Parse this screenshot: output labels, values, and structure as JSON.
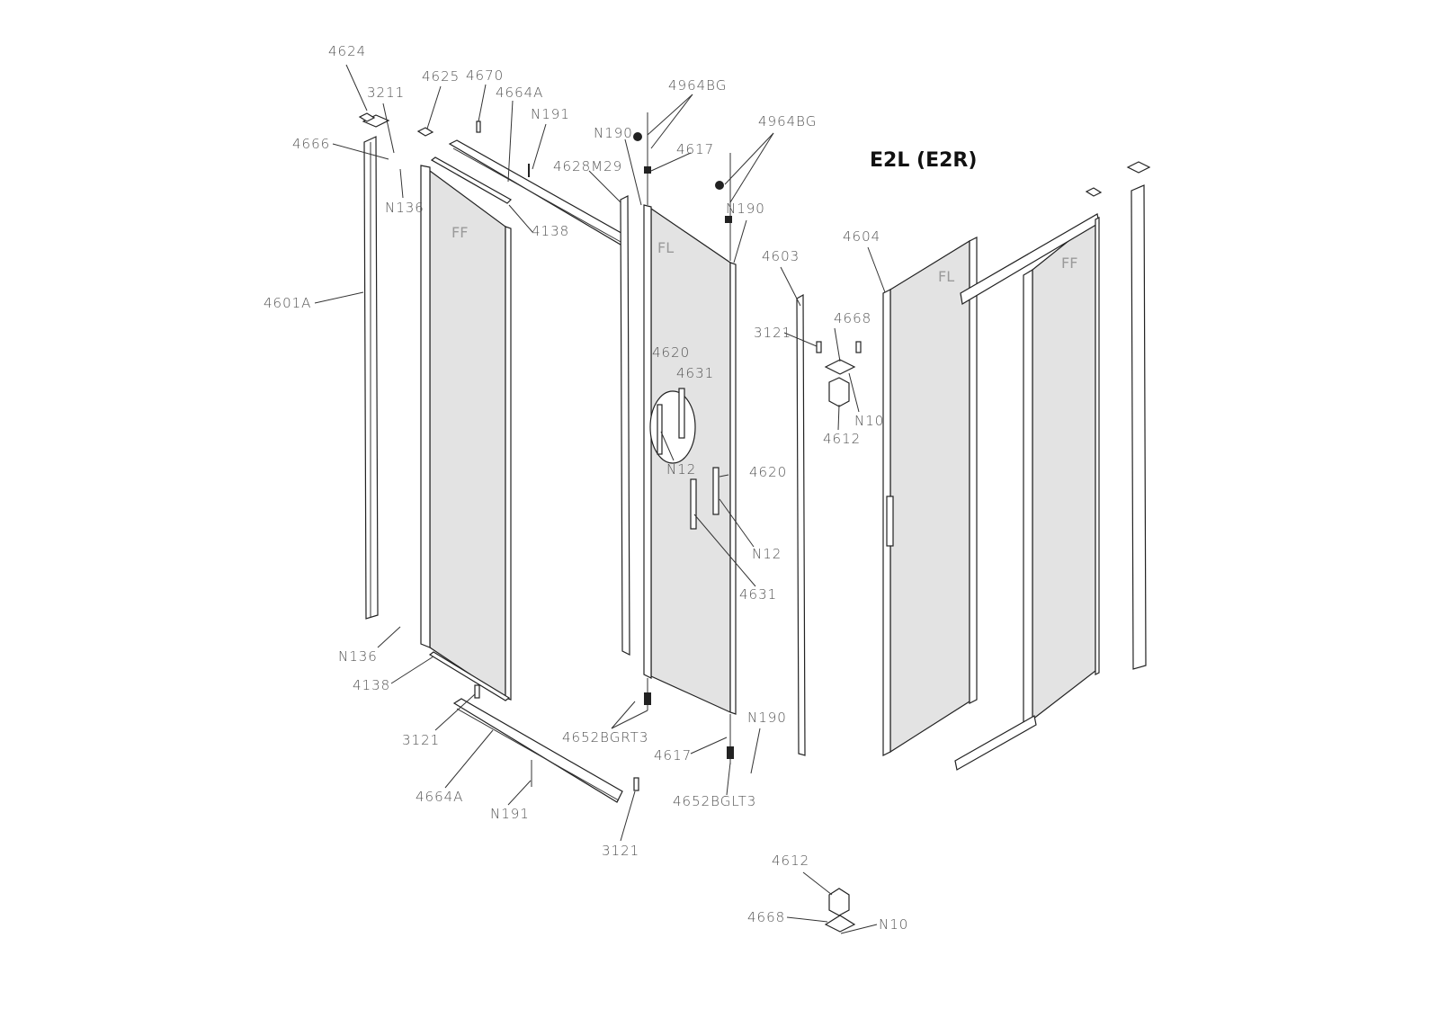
{
  "title": "E2L (E2R)",
  "labels": [
    "4624",
    "3211",
    "4666",
    "4625",
    "4670",
    "4664A",
    "N191",
    "N136",
    "4138",
    "4628M29",
    "N190",
    "4964BG",
    "4617",
    "4964BG",
    "N190",
    "4603",
    "4601A",
    "FF",
    "FL",
    "4620",
    "4631",
    "N12",
    "4620",
    "N12",
    "4631",
    "3121",
    "4668",
    "N10",
    "4612",
    "4604",
    "FL",
    "FF",
    "N136",
    "4138",
    "3121",
    "4652BGRT3",
    "N190",
    "4617",
    "4652BGLT3",
    "4664A",
    "N191",
    "3121",
    "4612",
    "4668",
    "N10"
  ],
  "colors": {
    "glass": "#e3e3e3",
    "line": "#222222",
    "label": "#555555"
  }
}
